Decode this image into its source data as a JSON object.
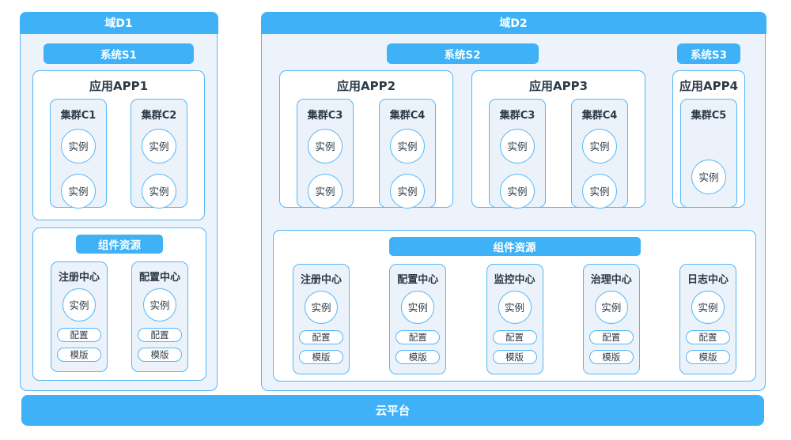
{
  "colors": {
    "accent_blue": "#3fb2f7",
    "border_blue": "#54b7f7",
    "domain_bg": "#edf3fb",
    "card_bg": "#ecf2fa",
    "text_dark": "#2c3a46"
  },
  "domains": [
    {
      "title": "域D1",
      "systems": [
        {
          "label": "系统S1"
        }
      ],
      "apps": [
        {
          "title": "应用APP1",
          "clusters": [
            {
              "title": "集群C1",
              "instances": [
                "实例",
                "实例"
              ]
            },
            {
              "title": "集群C2",
              "instances": [
                "实例",
                "实例"
              ]
            }
          ]
        }
      ],
      "components": {
        "title": "组件资源",
        "centers": [
          {
            "title": "注册中心",
            "instance": "实例",
            "pills": [
              "配置",
              "模版"
            ]
          },
          {
            "title": "配置中心",
            "instance": "实例",
            "pills": [
              "配置",
              "模版"
            ]
          }
        ]
      }
    },
    {
      "title": "域D2",
      "systems": [
        {
          "label": "系统S2"
        },
        {
          "label": "系统S3"
        }
      ],
      "apps": [
        {
          "title": "应用APP2",
          "clusters": [
            {
              "title": "集群C3",
              "instances": [
                "实例",
                "实例"
              ]
            },
            {
              "title": "集群C4",
              "instances": [
                "实例",
                "实例"
              ]
            }
          ]
        },
        {
          "title": "应用APP3",
          "clusters": [
            {
              "title": "集群C3",
              "instances": [
                "实例",
                "实例"
              ]
            },
            {
              "title": "集群C4",
              "instances": [
                "实例",
                "实例"
              ]
            }
          ]
        },
        {
          "title": "应用APP4",
          "clusters": [
            {
              "title": "集群C5",
              "instances": [
                "实例"
              ]
            }
          ]
        }
      ],
      "components": {
        "title": "组件资源",
        "centers": [
          {
            "title": "注册中心",
            "instance": "实例",
            "pills": [
              "配置",
              "模版"
            ]
          },
          {
            "title": "配置中心",
            "instance": "实例",
            "pills": [
              "配置",
              "模版"
            ]
          },
          {
            "title": "监控中心",
            "instance": "实例",
            "pills": [
              "配置",
              "模版"
            ]
          },
          {
            "title": "治理中心",
            "instance": "实例",
            "pills": [
              "配置",
              "模版"
            ]
          },
          {
            "title": "日志中心",
            "instance": "实例",
            "pills": [
              "配置",
              "模版"
            ]
          }
        ]
      }
    }
  ],
  "platform": {
    "label": "云平台"
  }
}
